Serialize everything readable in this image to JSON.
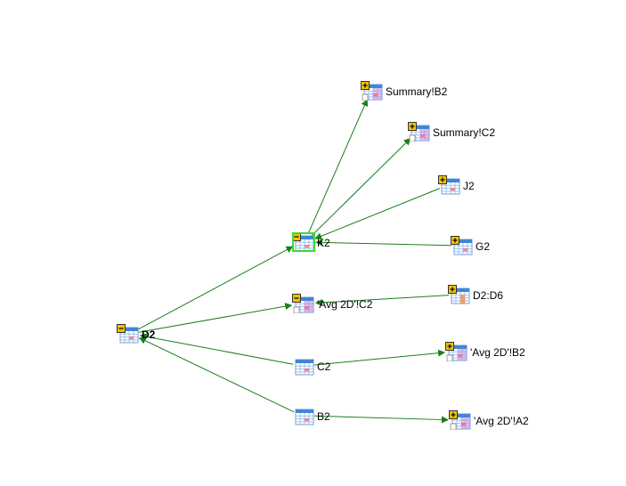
{
  "diagram": {
    "nodes": [
      {
        "id": "d2",
        "label": "D2",
        "icon": "worksheet-cell-icon",
        "badge": "collapse",
        "bold": true
      },
      {
        "id": "k2",
        "label": "K2",
        "icon": "worksheet-cell-icon",
        "badge": "collapse",
        "selected": true
      },
      {
        "id": "avgc2",
        "label": "'Avg 2D'!C2",
        "icon": "external-sheet-cell-icon",
        "badge": "collapse"
      },
      {
        "id": "c2",
        "label": "C2",
        "icon": "worksheet-cell-icon",
        "badge": "none"
      },
      {
        "id": "b2",
        "label": "B2",
        "icon": "worksheet-cell-icon",
        "badge": "none"
      },
      {
        "id": "sumb2",
        "label": "Summary!B2",
        "icon": "external-sheet-cell-icon",
        "badge": "expand"
      },
      {
        "id": "sumc2",
        "label": "Summary!C2",
        "icon": "external-sheet-cell-icon",
        "badge": "expand"
      },
      {
        "id": "j2",
        "label": "J2",
        "icon": "worksheet-cell-icon",
        "badge": "expand"
      },
      {
        "id": "g2",
        "label": "G2",
        "icon": "worksheet-cell-icon",
        "badge": "expand"
      },
      {
        "id": "d2d6",
        "label": "D2:D6",
        "icon": "worksheet-range-icon",
        "badge": "expand"
      },
      {
        "id": "avgb2",
        "label": "'Avg 2D'!B2",
        "icon": "external-sheet-cell-icon",
        "badge": "expand"
      },
      {
        "id": "avga2",
        "label": "'Avg 2D'!A2",
        "icon": "external-sheet-cell-icon",
        "badge": "expand"
      }
    ],
    "edges": [
      {
        "from": "d2",
        "to": "k2"
      },
      {
        "from": "d2",
        "to": "avgc2"
      },
      {
        "from": "c2",
        "to": "d2"
      },
      {
        "from": "b2",
        "to": "d2"
      },
      {
        "from": "k2",
        "to": "sumb2"
      },
      {
        "from": "k2",
        "to": "sumc2"
      },
      {
        "from": "j2",
        "to": "k2"
      },
      {
        "from": "g2",
        "to": "k2"
      },
      {
        "from": "d2d6",
        "to": "avgc2"
      },
      {
        "from": "c2",
        "to": "avgb2"
      },
      {
        "from": "b2",
        "to": "avga2"
      }
    ],
    "colors": {
      "edge": "#1a7f1a",
      "selection": "#33dd33",
      "badge_fill": "#f2c200",
      "header": "#3f86d9",
      "grid": "#9fc3ee",
      "sheet_tint": "#c58ad8"
    }
  }
}
